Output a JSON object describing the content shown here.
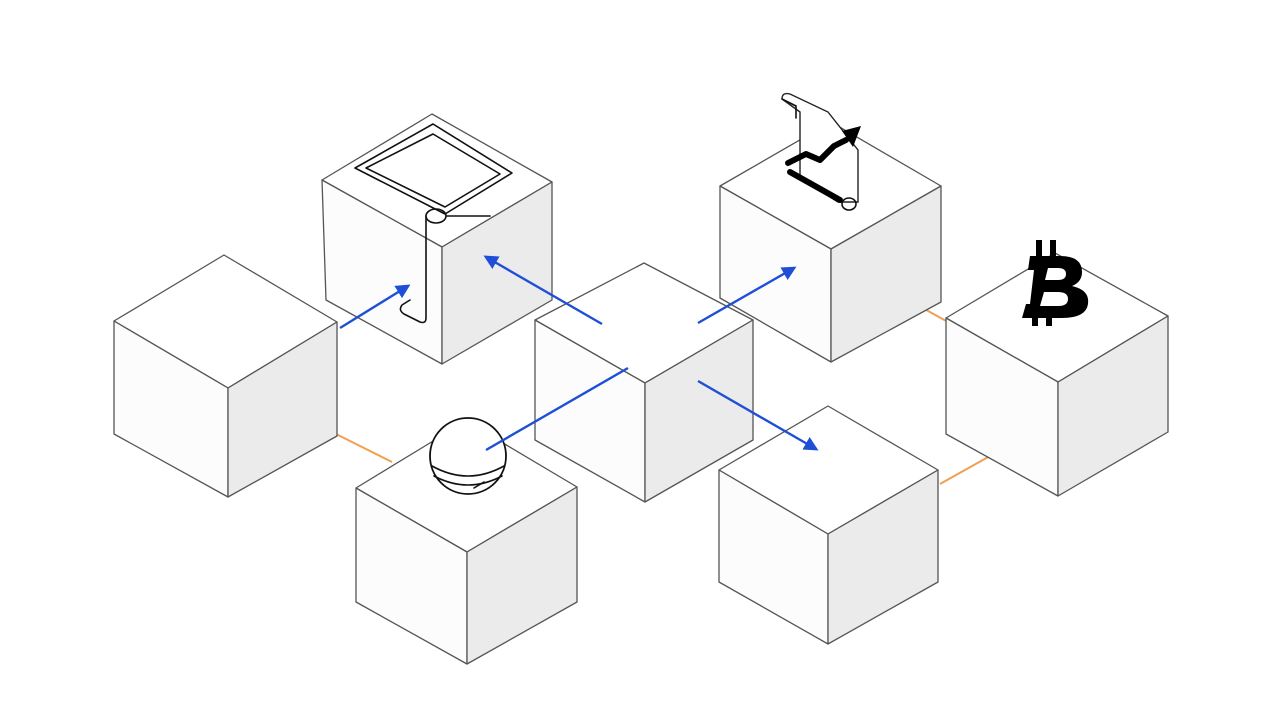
{
  "colors": {
    "background": "#ffffff",
    "cube_outline": "#555555",
    "cube_top_face": "#ffffff",
    "cube_left_face": "#fcfcfc",
    "cube_right_face": "#ebebeb",
    "blue_arrow": "#1f4fd6",
    "orange_link": "#f0a050",
    "icon_ink": "#111111"
  },
  "diagram": {
    "cubes": [
      {
        "id": "left-cube",
        "icon": null
      },
      {
        "id": "computer-cube",
        "icon": "laptop-icon"
      },
      {
        "id": "globe-cube",
        "icon": "globe-icon"
      },
      {
        "id": "central-cube",
        "icon": null
      },
      {
        "id": "chart-cube",
        "icon": "chart-scroll-icon"
      },
      {
        "id": "lower-right-cube",
        "icon": null
      },
      {
        "id": "bitcoin-cube",
        "icon": "bitcoin-icon"
      }
    ],
    "blue_arrows": [
      {
        "from": "left-cube",
        "to": "computer-cube"
      },
      {
        "from": "central-cube",
        "to": "computer-cube"
      },
      {
        "from": "central-cube",
        "to": "chart-cube"
      },
      {
        "from": "globe-cube",
        "to": "central-cube"
      },
      {
        "from": "central-cube",
        "to": "lower-right-cube"
      }
    ],
    "orange_links": [
      {
        "from": "left-cube",
        "to": "globe-cube"
      },
      {
        "from": "chart-cube",
        "to": "bitcoin-cube"
      },
      {
        "from": "lower-right-cube",
        "to": "bitcoin-cube"
      }
    ]
  }
}
